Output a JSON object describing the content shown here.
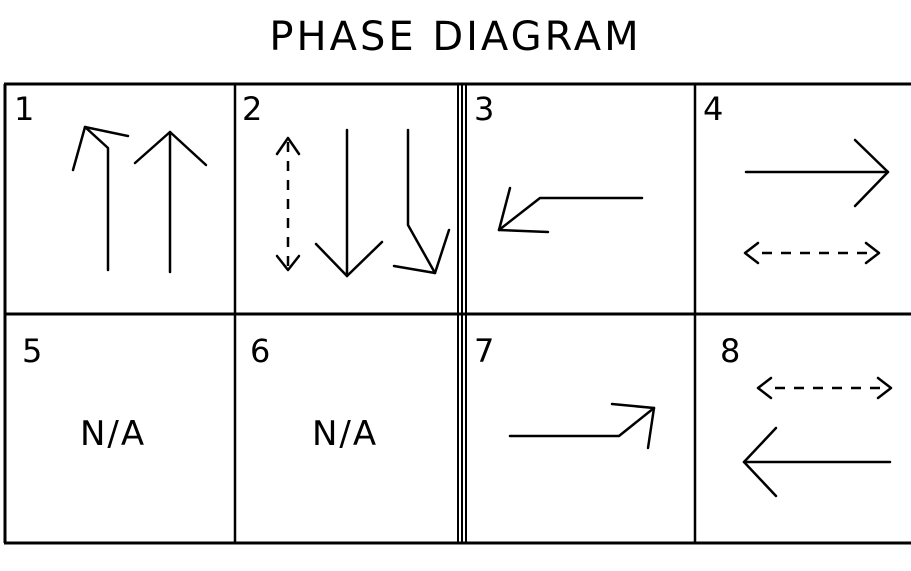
{
  "title": "PHASE DIAGRAM",
  "phases": [
    {
      "number": "1",
      "content": "",
      "icons": [
        "left-turn-arrow-icon",
        "through-arrow-up-icon"
      ]
    },
    {
      "number": "2",
      "content": "",
      "icons": [
        "pedestrian-vertical-dashed-icon",
        "through-arrow-down-icon",
        "right-turn-arrow-down-icon"
      ]
    },
    {
      "number": "3",
      "content": "",
      "icons": [
        "left-turn-arrow-icon"
      ]
    },
    {
      "number": "4",
      "content": "",
      "icons": [
        "through-arrow-right-icon",
        "pedestrian-horizontal-dashed-icon"
      ]
    },
    {
      "number": "5",
      "content": "N/A",
      "icons": []
    },
    {
      "number": "6",
      "content": "N/A",
      "icons": []
    },
    {
      "number": "7",
      "content": "",
      "icons": [
        "right-turn-arrow-icon"
      ]
    },
    {
      "number": "8",
      "content": "",
      "icons": [
        "pedestrian-horizontal-dashed-icon",
        "through-arrow-left-icon"
      ]
    }
  ]
}
